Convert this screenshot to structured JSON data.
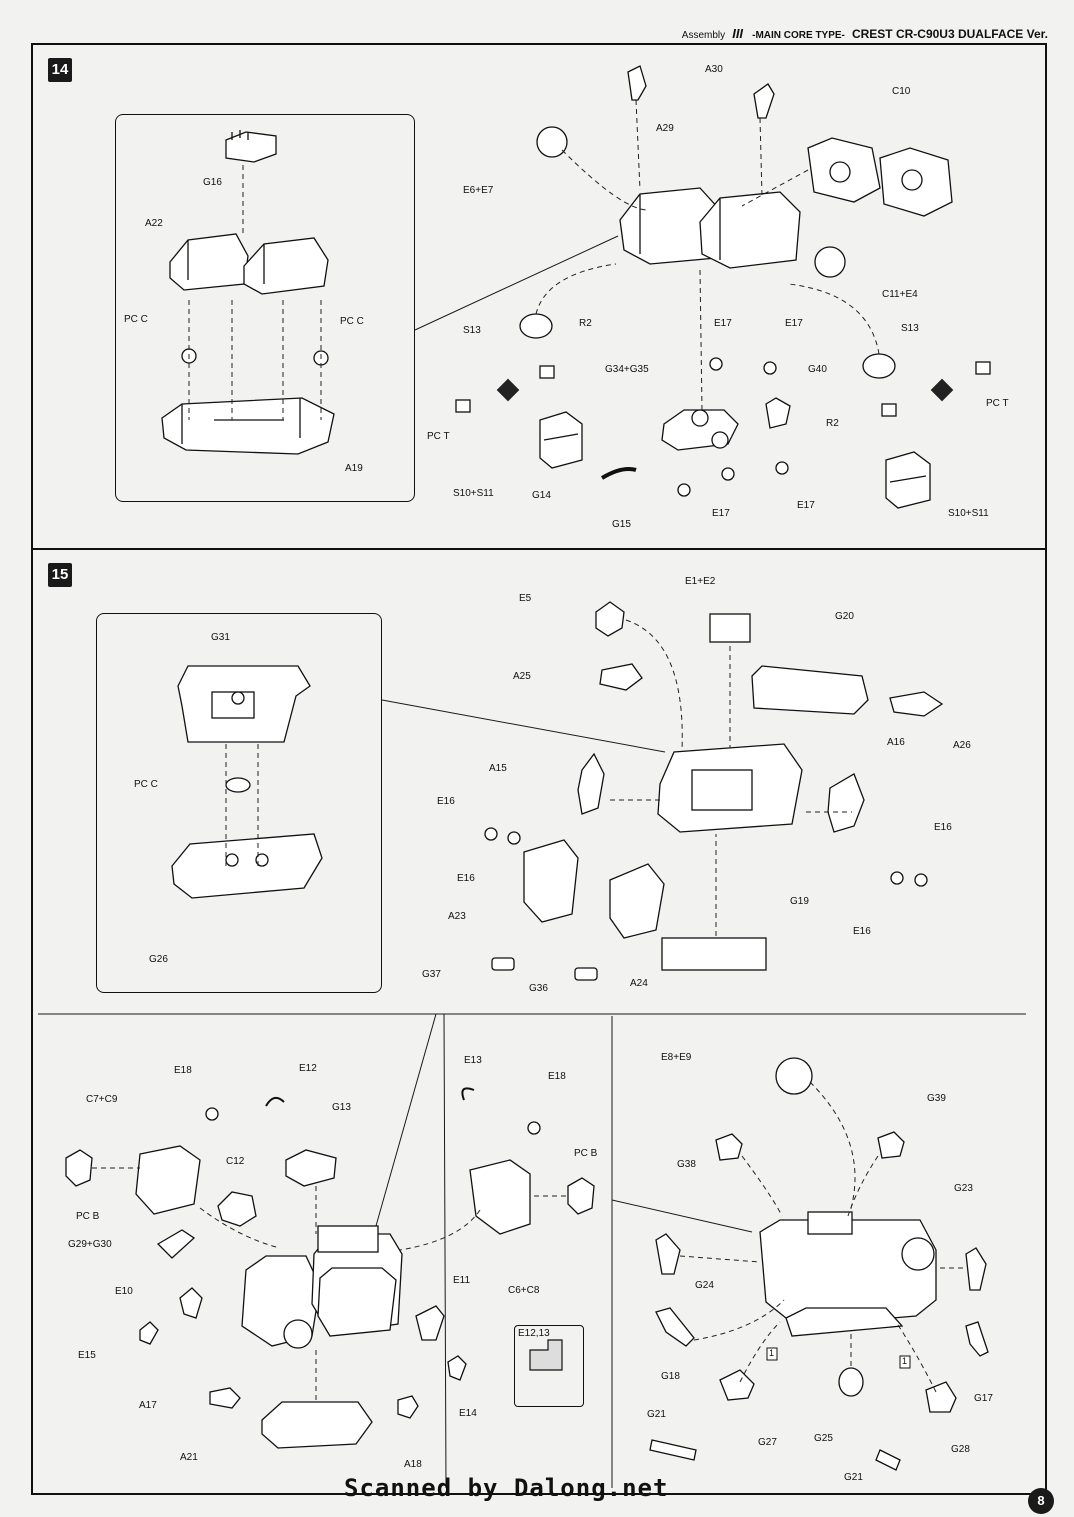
{
  "header": {
    "assembly": "Assembly",
    "roman": "III",
    "type": "-MAIN CORE TYPE-",
    "name": "CREST CR-C90U3 DUALFACE Ver."
  },
  "steps": [
    {
      "number": "14"
    },
    {
      "number": "15"
    }
  ],
  "labels": [
    "G16",
    "A22",
    "PC C",
    "PC C",
    "A19",
    "A30",
    "A29",
    "C10",
    "E6+E7",
    "C11+E4",
    "S13",
    "R2",
    "E17",
    "E17",
    "G34+G35",
    "G40",
    "S13",
    "PC T",
    "R2",
    "PC T",
    "S10+S11",
    "G14",
    "E17",
    "E17",
    "G15",
    "S10+S11",
    "G31",
    "PC C",
    "G26",
    "E5",
    "E1+E2",
    "G20",
    "A25",
    "A26",
    "A15",
    "A16",
    "E16",
    "E16",
    "E16",
    "E16",
    "A23",
    "A24",
    "G19",
    "G37",
    "G36",
    "E18",
    "E12",
    "C7+C9",
    "G13",
    "C12",
    "PC B",
    "G29+G30",
    "E10",
    "E11",
    "E15",
    "E14",
    "A17",
    "A21",
    "A18",
    "E13",
    "E18",
    "PC B",
    "C6+C8",
    "E12,13",
    "E8+E9",
    "G39",
    "G38",
    "G23",
    "G24",
    "G18",
    "G17",
    "G21",
    "G27",
    "G25",
    "G28",
    "G21"
  ],
  "sub_markers": [
    "1",
    "1"
  ],
  "footer": {
    "credit": "Scanned by Dalong.net",
    "page_number": "8"
  }
}
